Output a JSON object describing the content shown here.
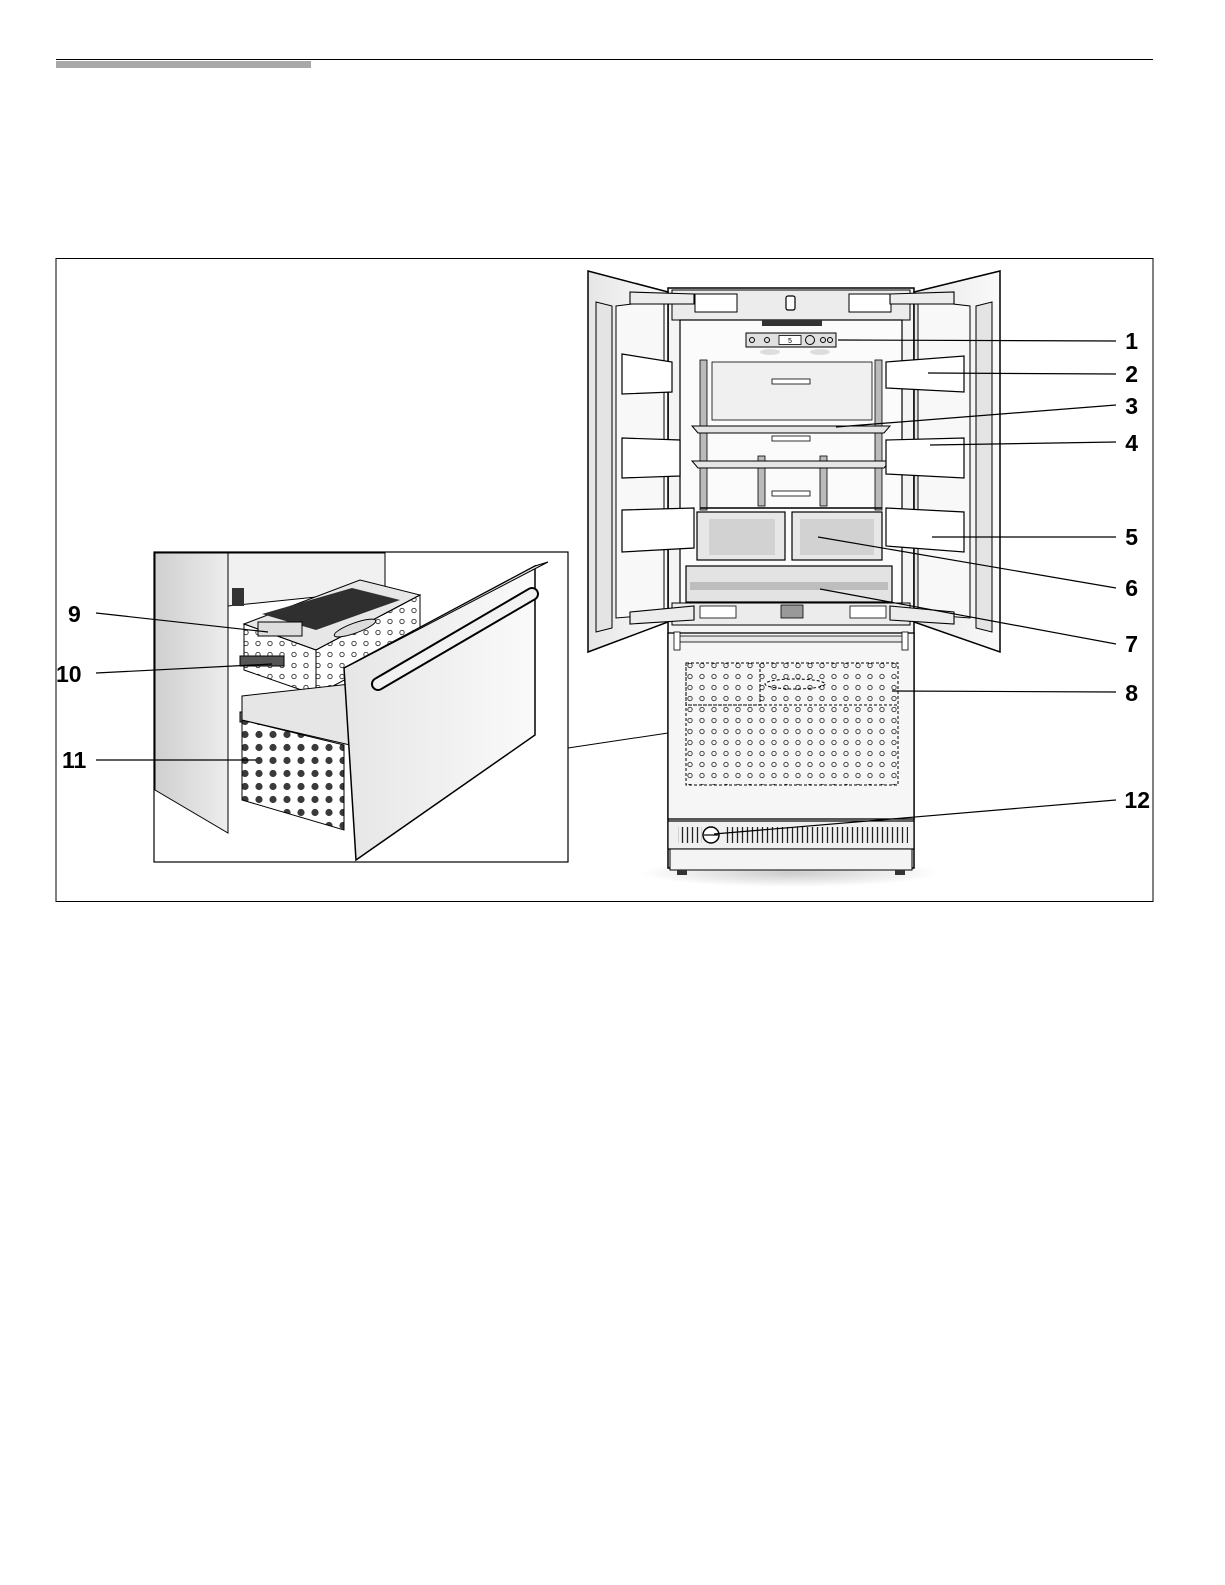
{
  "diagram": {
    "callouts": [
      {
        "id": "c1",
        "label": "1"
      },
      {
        "id": "c2",
        "label": "2"
      },
      {
        "id": "c3",
        "label": "3"
      },
      {
        "id": "c4",
        "label": "4"
      },
      {
        "id": "c5",
        "label": "5"
      },
      {
        "id": "c6",
        "label": "6"
      },
      {
        "id": "c7",
        "label": "7"
      },
      {
        "id": "c8",
        "label": "8"
      },
      {
        "id": "c9",
        "label": "9"
      },
      {
        "id": "c10",
        "label": "10"
      },
      {
        "id": "c11",
        "label": "11"
      },
      {
        "id": "c12",
        "label": "12"
      }
    ],
    "control_panel": {
      "display": "5"
    }
  },
  "colors": {
    "header_bar": "#a8a8a8",
    "line": "#000000",
    "panel_fill": "#f2f2f2",
    "shadow": "#d8d8d8"
  }
}
